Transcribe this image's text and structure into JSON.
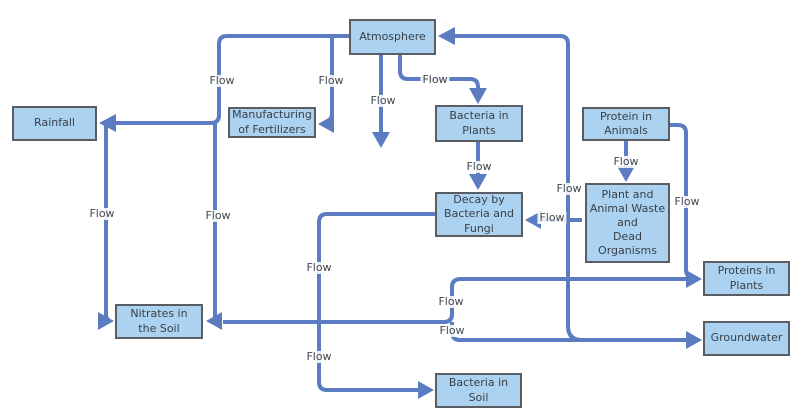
{
  "title": "Nitrogen cycle flow diagram",
  "colors": {
    "connector": "#5b7cc0",
    "node_fill": "#abd2f1",
    "node_border": "#5a5e63",
    "node_text": "#3a3f45",
    "label_text": "#43484d",
    "background": "#ffffff"
  },
  "flow_label": "Flow",
  "nodes": [
    {
      "id": "atmosphere",
      "label": "Atmosphere"
    },
    {
      "id": "rainfall",
      "label": "Rainfall"
    },
    {
      "id": "manufacturing",
      "label": "Manufacturing\nof Fertilizers"
    },
    {
      "id": "bacteria-plants",
      "label": "Bacteria in\nPlants"
    },
    {
      "id": "protein-animals",
      "label": "Protein in\nAnimals"
    },
    {
      "id": "decay",
      "label": "Decay by\nBacteria and\nFungi"
    },
    {
      "id": "waste",
      "label": "Plant and\nAnimal Waste\nand\nDead\nOrganisms"
    },
    {
      "id": "proteins-plants",
      "label": "Proteins in\nPlants"
    },
    {
      "id": "groundwater",
      "label": "Groundwater"
    },
    {
      "id": "nitrates",
      "label": "Nitrates in\nthe Soil"
    },
    {
      "id": "bacteria-soil",
      "label": "Bacteria in\nSoil"
    }
  ],
  "edges": [
    {
      "from": "Atmosphere",
      "to": "Rainfall",
      "label": "Flow"
    },
    {
      "from": "Atmosphere",
      "to": "Nitrates in the Soil",
      "label": "Flow"
    },
    {
      "from": "Rainfall",
      "to": "Nitrates in the Soil",
      "label": "Flow"
    },
    {
      "from": "Atmosphere",
      "to": "Manufacturing of Fertilizers",
      "label": "Flow"
    },
    {
      "from": "Atmosphere",
      "to": "(downward, open end)",
      "label": "Flow"
    },
    {
      "from": "Atmosphere",
      "to": "Bacteria in Plants",
      "label": "Flow"
    },
    {
      "from": "Bacteria in Plants",
      "to": "Decay by Bacteria and Fungi",
      "label": "Flow"
    },
    {
      "from": "Plant and Animal Waste and Dead Organisms",
      "to": "Decay by Bacteria and Fungi",
      "label": "Flow"
    },
    {
      "from": "Plant and Animal Waste and Dead Organisms",
      "to": "Atmosphere",
      "label": "Flow"
    },
    {
      "from": "Protein in Animals",
      "to": "Plant and Animal Waste and Dead Organisms",
      "label": "Flow"
    },
    {
      "from": "Protein in Animals",
      "to": "Proteins in Plants",
      "label": "Flow"
    },
    {
      "from": "Decay by Bacteria and Fungi",
      "to": "Nitrates in the Soil",
      "label": "Flow"
    },
    {
      "from": "Decay by Bacteria and Fungi",
      "to": "Bacteria in Soil",
      "label": "Flow"
    },
    {
      "from": "Plant and Animal Waste and Dead Organisms",
      "to": "Groundwater",
      "label": "Flow"
    }
  ]
}
